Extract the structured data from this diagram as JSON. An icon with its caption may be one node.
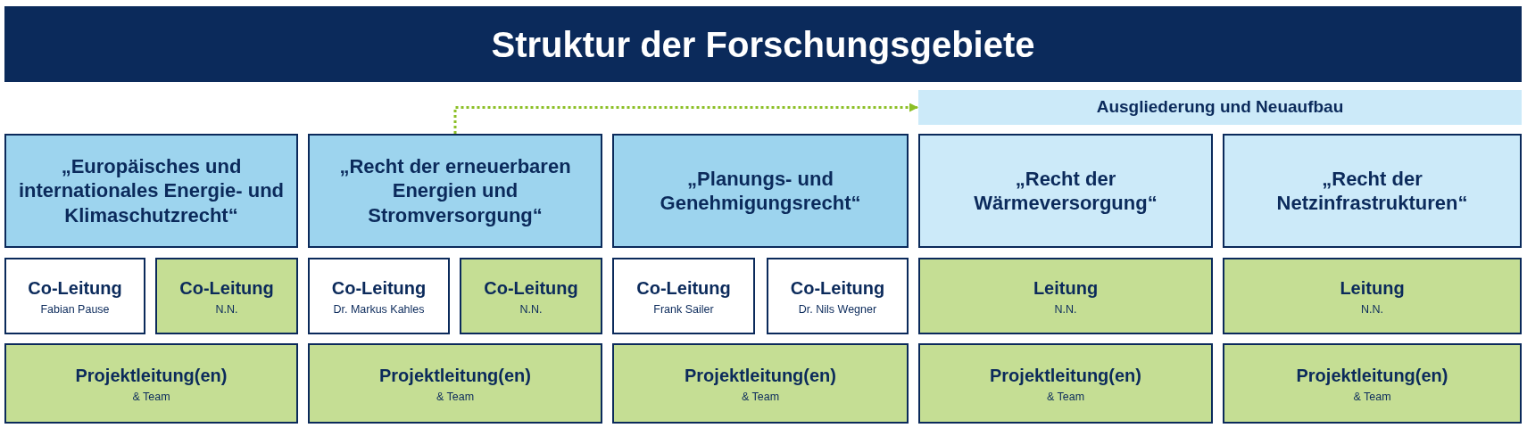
{
  "diagram": {
    "title": "Struktur der Forschungsgebiete",
    "nodes": [
      {
        "text": [
          "Ausgliederung und Neuaufbau"
        ]
      },
      {
        "text": [
          "„Europäisches und internationales Energie- und Klimaschutzrecht“"
        ]
      },
      {
        "text": [
          "„Recht der erneuerbaren Energien und Stromversorgung“"
        ]
      },
      {
        "text": [
          "„Planungs- und Genehmigungsrecht“"
        ]
      },
      {
        "text": [
          "„Recht der Wärmeversorgung“"
        ]
      },
      {
        "text": [
          "„Recht der Netzinfrastrukturen“"
        ]
      },
      {
        "text": [
          "Co-Leitung",
          "Fabian Pause"
        ]
      },
      {
        "text": [
          "Co-Leitung",
          "N.N."
        ]
      },
      {
        "text": [
          "Co-Leitung",
          "Dr. Markus Kahles"
        ]
      },
      {
        "text": [
          "Co-Leitung",
          "N.N."
        ]
      },
      {
        "text": [
          "Co-Leitung",
          "Frank Sailer"
        ]
      },
      {
        "text": [
          "Co-Leitung",
          "Dr. Nils Wegner"
        ]
      },
      {
        "text": [
          "Leitung",
          "N.N."
        ]
      },
      {
        "text": [
          "Leitung",
          "N.N."
        ]
      },
      {
        "text": [
          "Projektleitung(en)",
          "& Team"
        ]
      },
      {
        "text": [
          "Projektleitung(en)",
          "& Team"
        ]
      },
      {
        "text": [
          "Projektleitung(en)",
          "& Team"
        ]
      },
      {
        "text": [
          "Projektleitung(en)",
          "& Team"
        ]
      },
      {
        "text": [
          "Projektleitung(en)",
          "& Team"
        ]
      }
    ],
    "edges": [
      {
        "from": 2,
        "to": 0,
        "arrow": "to",
        "style": "dashed",
        "color": "#8cbf26"
      }
    ]
  }
}
